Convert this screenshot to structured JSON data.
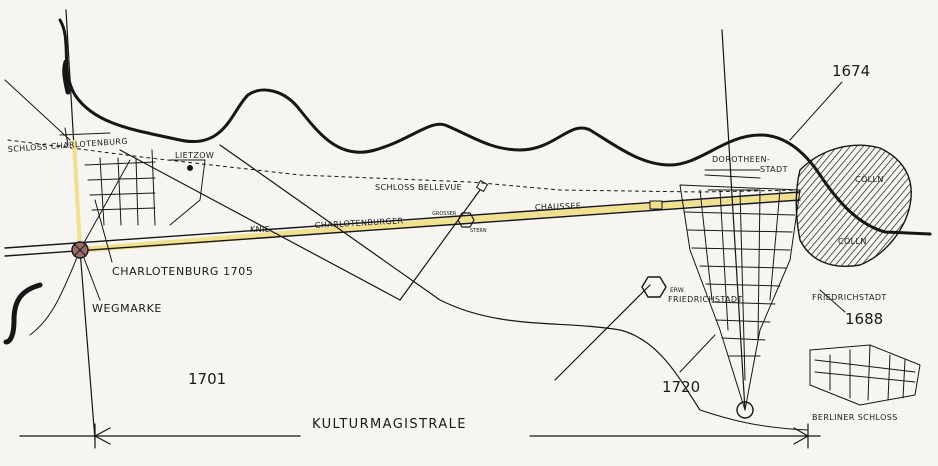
{
  "labels": {
    "schloss_charlotenburg": "SCHLOSS CHARLOTENBURG",
    "lietzow": "LIETZOW",
    "schloss_bellevue": "SCHLOSS BELLEVUE",
    "knie": "KNIE",
    "charlotenburger": "CHARLOTENBURGER",
    "grosser_stern_1": "GROSSER",
    "grosser_stern_2": "STERN",
    "chaussee": "CHAUSSEE",
    "dorotheenstadt_1": "DOROTHEEN-",
    "dorotheenstadt_2": "STADT",
    "colln_upper": "CÖLLN",
    "colln_lower": "CÖLLN",
    "friedrichstadt_w_1": "FRIEDRICHSTADT",
    "friedrichstadt_w_0": "ERW.",
    "friedrichstadt_e": "FRIEDRICHSTADT",
    "charlotenburg_1705": "CHARLOTENBURG 1705",
    "wegmarke": "WEGMARKE",
    "berliner_schloss": "BERLINER SCHLOSS",
    "kulturmagistrale": "KULTURMAGISTRALE"
  },
  "years": {
    "y1674": "1674",
    "y1688": "1688",
    "y1701": "1701",
    "y1720": "1720"
  },
  "colors": {
    "ink": "#161616",
    "paper": "#f6f5f1",
    "axis_highlight": "#f1e08e",
    "wegmarke_fill": "#9c6a6a"
  }
}
